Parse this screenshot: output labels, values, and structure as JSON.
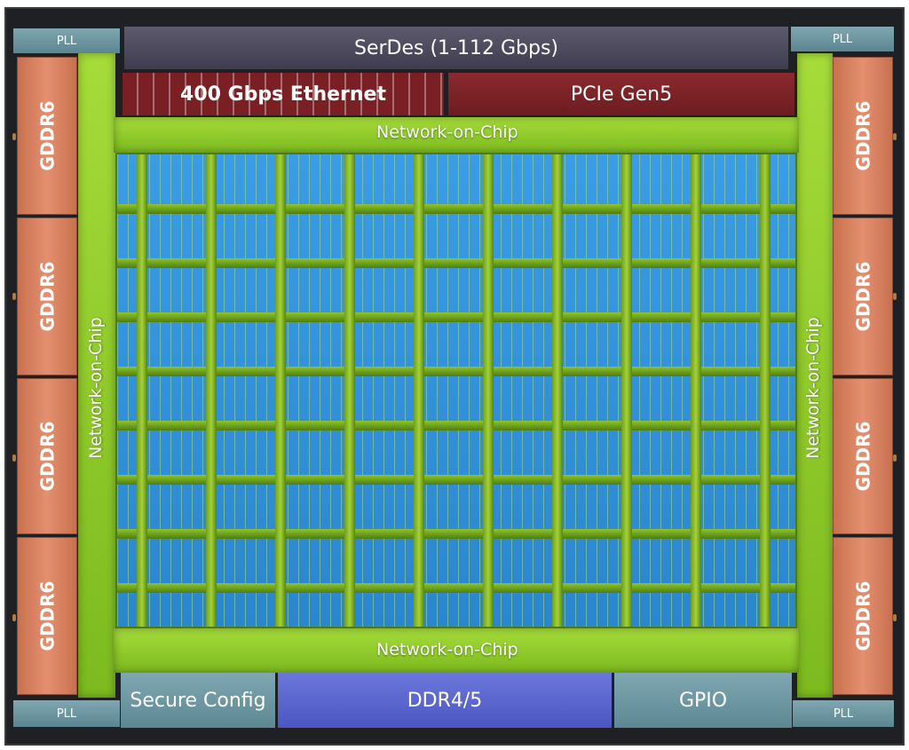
{
  "pll": {
    "top_left": "PLL",
    "top_right": "PLL",
    "bottom_left": "PLL",
    "bottom_right": "PLL"
  },
  "serdes": "SerDes (1-112 Gbps)",
  "ethernet": "400 Gbps Ethernet",
  "pcie": "PCIe Gen5",
  "gddr": {
    "left": [
      "GDDR6",
      "GDDR6",
      "GDDR6",
      "GDDR6"
    ],
    "right": [
      "GDDR6",
      "GDDR6",
      "GDDR6",
      "GDDR6"
    ]
  },
  "noc": {
    "top": "Network-on-Chip",
    "bottom": "Network-on-Chip",
    "left": "Network-on-Chip",
    "right": "Network-on-Chip"
  },
  "secure_config": "Secure Config",
  "ddr": "DDR4/5",
  "gpio": "GPIO",
  "colors": {
    "noc": "#9bd132",
    "compute_array": "#3a9be6",
    "gddr": "#e08a68",
    "pcie": "#7a1f24",
    "ddr": "#5a66cf",
    "pll": "#6f98a3"
  }
}
